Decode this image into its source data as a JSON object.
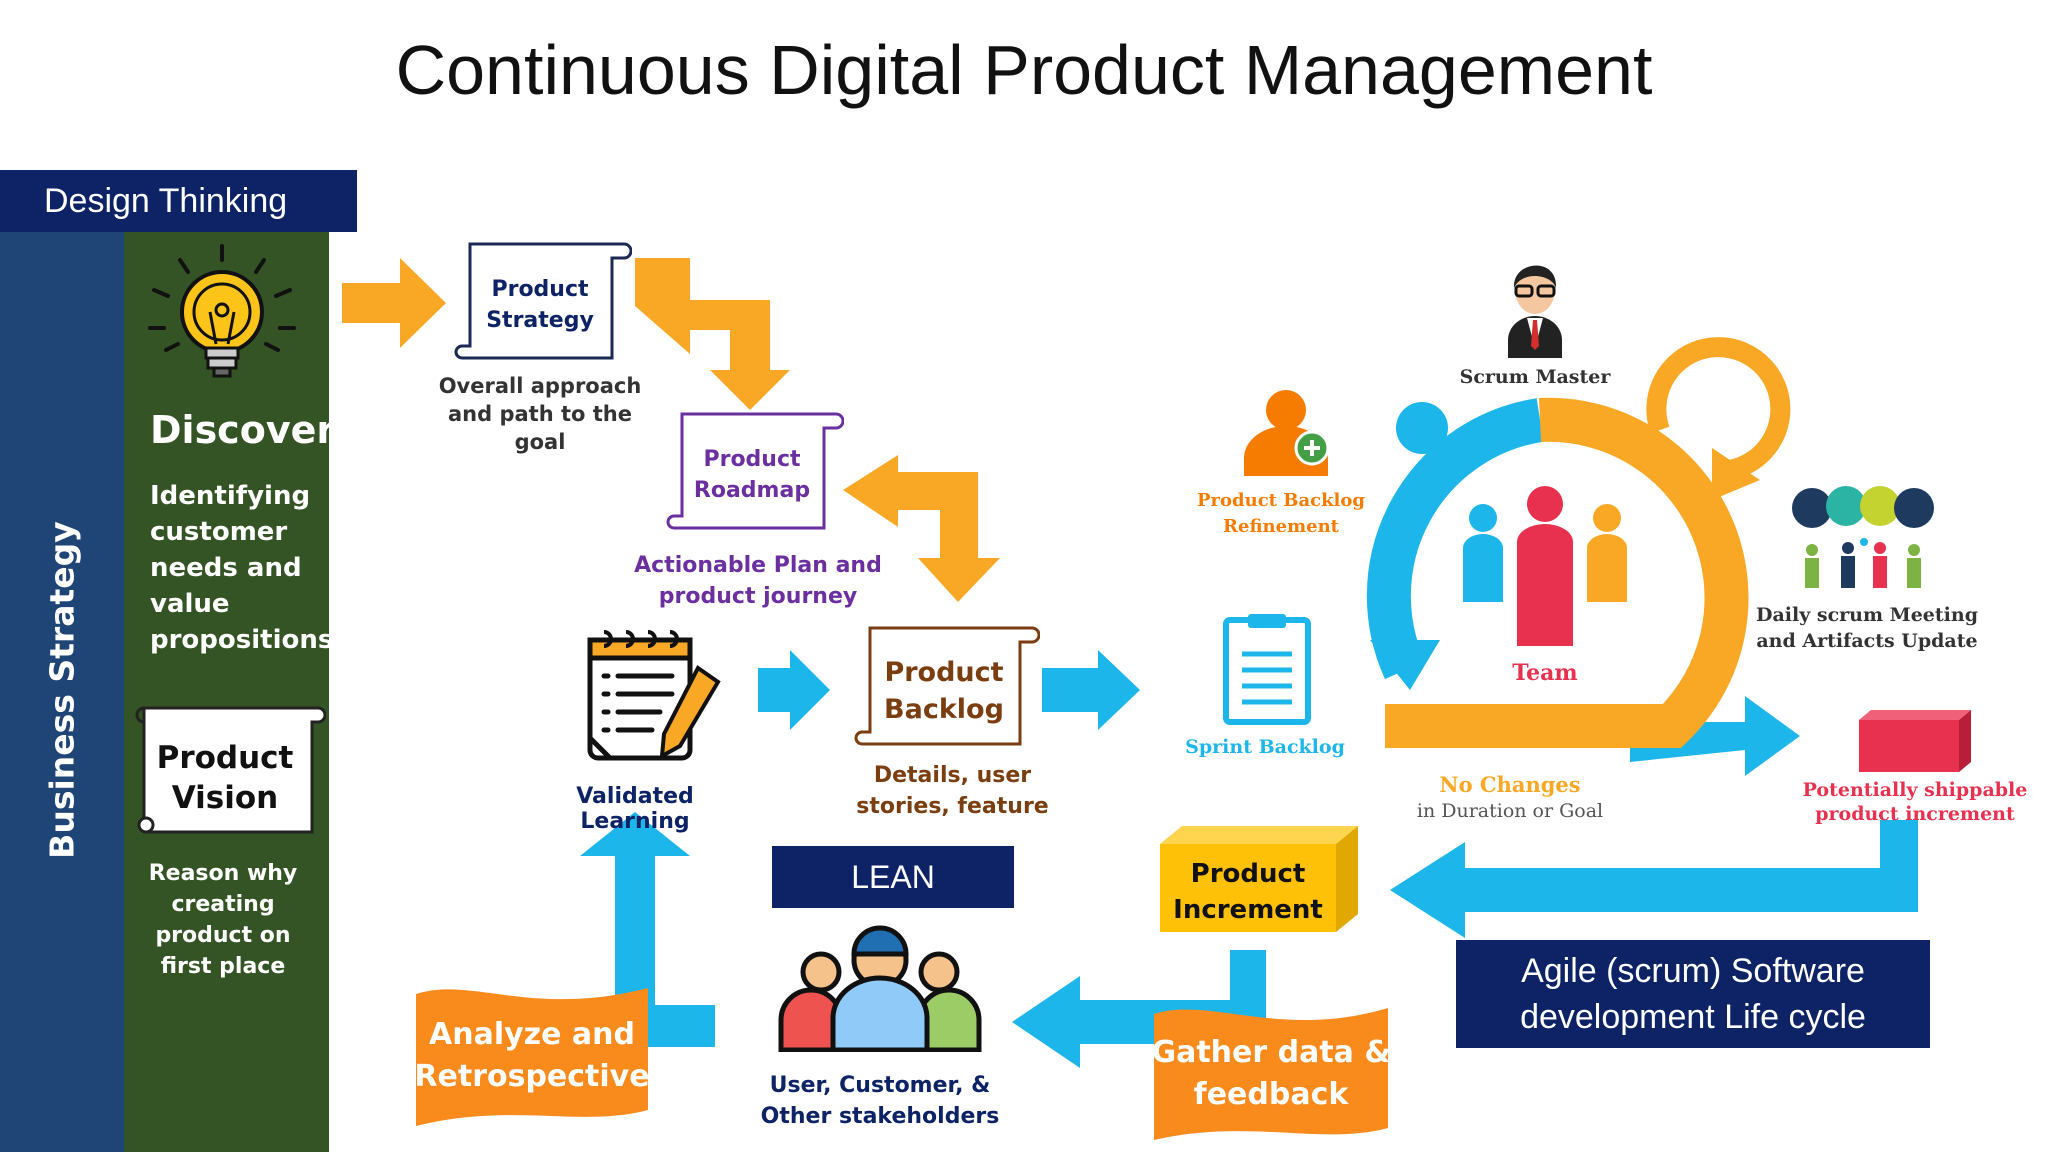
{
  "title": "Continuous Digital Product Management",
  "design_thinking_label": "Design Thinking",
  "business_strategy_label": "Business Strategy",
  "discover": {
    "heading": "Discover",
    "description": "Identifying customer needs and value propositions"
  },
  "product_vision": {
    "line1": "Product",
    "line2": "Vision",
    "caption": "Reason why creating product on first place"
  },
  "product_strategy": {
    "line1": "Product",
    "line2": "Strategy",
    "caption_line1": "Overall approach",
    "caption_line2": "and path to the goal"
  },
  "product_roadmap": {
    "line1": "Product",
    "line2": "Roadmap",
    "caption_line1": "Actionable Plan and",
    "caption_line2": "product journey"
  },
  "validated_learning": "Validated Learning",
  "product_backlog": {
    "line1": "Product",
    "line2": "Backlog",
    "caption_line1": "Details, user",
    "caption_line2": "stories, feature"
  },
  "lean_label": "LEAN",
  "stakeholders": {
    "line1": "User, Customer, &",
    "line2": "Other stakeholders"
  },
  "analyze_banner": {
    "line1": "Analyze and",
    "line2": "Retrospective"
  },
  "gather_banner": {
    "line1": "Gather data &",
    "line2": "feedback"
  },
  "product_increment": {
    "line1": "Product",
    "line2": "Increment"
  },
  "agile_box": {
    "line1": "Agile (scrum) Software",
    "line2": "development Life cycle"
  },
  "scrum": {
    "scrum_master": "Scrum Master",
    "refinement_line1": "Product Backlog",
    "refinement_line2": "Refinement",
    "team": "Team",
    "sprint_backlog": "Sprint Backlog",
    "no_changes": "No Changes",
    "no_changes_sub": "in Duration or Goal",
    "daily_line1": "Daily scrum Meeting",
    "daily_line2": "and Artifacts Update",
    "shippable_line1": "Potentially shippable",
    "shippable_line2": "product increment"
  },
  "colors": {
    "navy": "#0d2366",
    "business_blue": "#1f4576",
    "green": "#355425",
    "orange": "#f9a825",
    "blue_arrow": "#1cb6ea",
    "purple": "#6b2fa0",
    "brown": "#7a3e10",
    "banner_orange": "#f98a1c",
    "increment_yellow": "#ffc107",
    "shippable_red": "#e8314f"
  }
}
